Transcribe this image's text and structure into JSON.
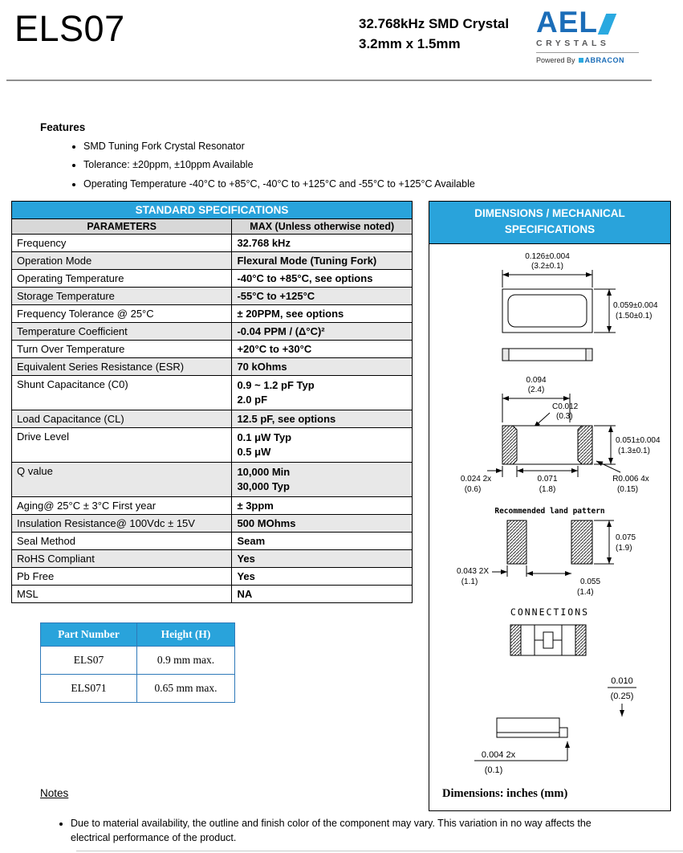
{
  "header": {
    "title": "ELS07",
    "subtitle_line1": "32.768kHz SMD Crystal",
    "subtitle_line2": "3.2mm x 1.5mm",
    "logo_text": "AEL",
    "logo_sub": "CRYSTALS",
    "powered_by": "Powered By",
    "powered_brand": "ABRACON"
  },
  "features": {
    "heading": "Features",
    "items": [
      "SMD Tuning Fork Crystal Resonator",
      "Tolerance: ±20ppm, ±10ppm Available",
      "Operating Temperature -40°C to +85°C, -40°C to +125°C and -55°C to +125°C Available"
    ]
  },
  "spec_table": {
    "title": "STANDARD SPECIFICATIONS",
    "col_param": "PARAMETERS",
    "col_max": "MAX (Unless otherwise noted)",
    "rows": [
      {
        "param": "Frequency",
        "value": "32.768 kHz"
      },
      {
        "param": "Operation Mode",
        "value": "Flexural Mode (Tuning Fork)"
      },
      {
        "param": "Operating Temperature",
        "value": "-40°C to +85°C, see options"
      },
      {
        "param": "Storage Temperature",
        "value": "-55°C to +125°C"
      },
      {
        "param": "Frequency Tolerance @ 25°C",
        "value": "± 20PPM, see options"
      },
      {
        "param": "Temperature Coefficient",
        "value": "-0.04 PPM / (Δ°C)²"
      },
      {
        "param": "Turn Over Temperature",
        "value": "+20°C to +30°C"
      },
      {
        "param": "Equivalent Series Resistance (ESR)",
        "value": "70 kOhms"
      },
      {
        "param": "Shunt Capacitance (C0)",
        "value": "0.9 ~ 1.2 pF Typ",
        "value2": "2.0 pF"
      },
      {
        "param": "Load Capacitance (CL)",
        "value": "12.5 pF, see options"
      },
      {
        "param": "Drive Level",
        "value": "0.1  μW Typ",
        "value2": "0.5  μW"
      },
      {
        "param": "Q value",
        "value": "10,000 Min",
        "value2": "30,000 Typ"
      },
      {
        "param": "Aging@ 25°C ± 3°C First year",
        "value": "± 3ppm"
      },
      {
        "param": "Insulation Resistance@ 100Vdc ± 15V",
        "value": "500 MOhms"
      },
      {
        "param": "Seal Method",
        "value": "Seam"
      },
      {
        "param": "RoHS Compliant",
        "value": "Yes"
      },
      {
        "param": "Pb Free",
        "value": "Yes"
      },
      {
        "param": "MSL",
        "value": "NA"
      }
    ]
  },
  "dims_panel": {
    "title_line1": "DIMENSIONS / MECHANICAL",
    "title_line2": "SPECIFICATIONS",
    "labels": {
      "top_width_in": "0.126±0.004",
      "top_width_mm": "(3.2±0.1)",
      "top_height_in": "0.059±0.004",
      "top_height_mm": "(1.50±0.1)",
      "pad_span_in": "0.094",
      "pad_span_mm": "(2.4)",
      "chamfer_in": "C0.012",
      "chamfer_mm": "(0.3)",
      "body_height_in": "0.051±0.004",
      "body_height_mm": "(1.3±0.1)",
      "pad_width_in": "0.024  2x",
      "pad_width_mm": "(0.6)",
      "pad_inner_in": "0.071",
      "pad_inner_mm": "(1.8)",
      "corner_radius_in": "R0.006  4x",
      "corner_radius_mm": "(0.15)",
      "land_pattern_title": "Recommended land pattern",
      "land_height_in": "0.075",
      "land_height_mm": "(1.9)",
      "land_width_in": "0.043 2X",
      "land_width_mm": "(1.1)",
      "land_gap_in": "0.055",
      "land_gap_mm": "(1.4)",
      "connections_title": "CONNECTIONS",
      "thickness_in": "0.010",
      "thickness_mm": "(0.25)",
      "standoff_in": "0.004 2x",
      "standoff_mm": "(0.1)"
    },
    "footer": "Dimensions: inches (mm)"
  },
  "part_table": {
    "col_part": "Part Number",
    "col_height": "Height (H)",
    "rows": [
      {
        "part": "ELS07",
        "height": "0.9 mm max."
      },
      {
        "part": "ELS071",
        "height": "0.65 mm max."
      }
    ]
  },
  "notes": {
    "heading": "Notes",
    "items": [
      "Due to material availability, the outline and finish color of the component may vary. This variation in no way affects the electrical performance of the product."
    ]
  }
}
